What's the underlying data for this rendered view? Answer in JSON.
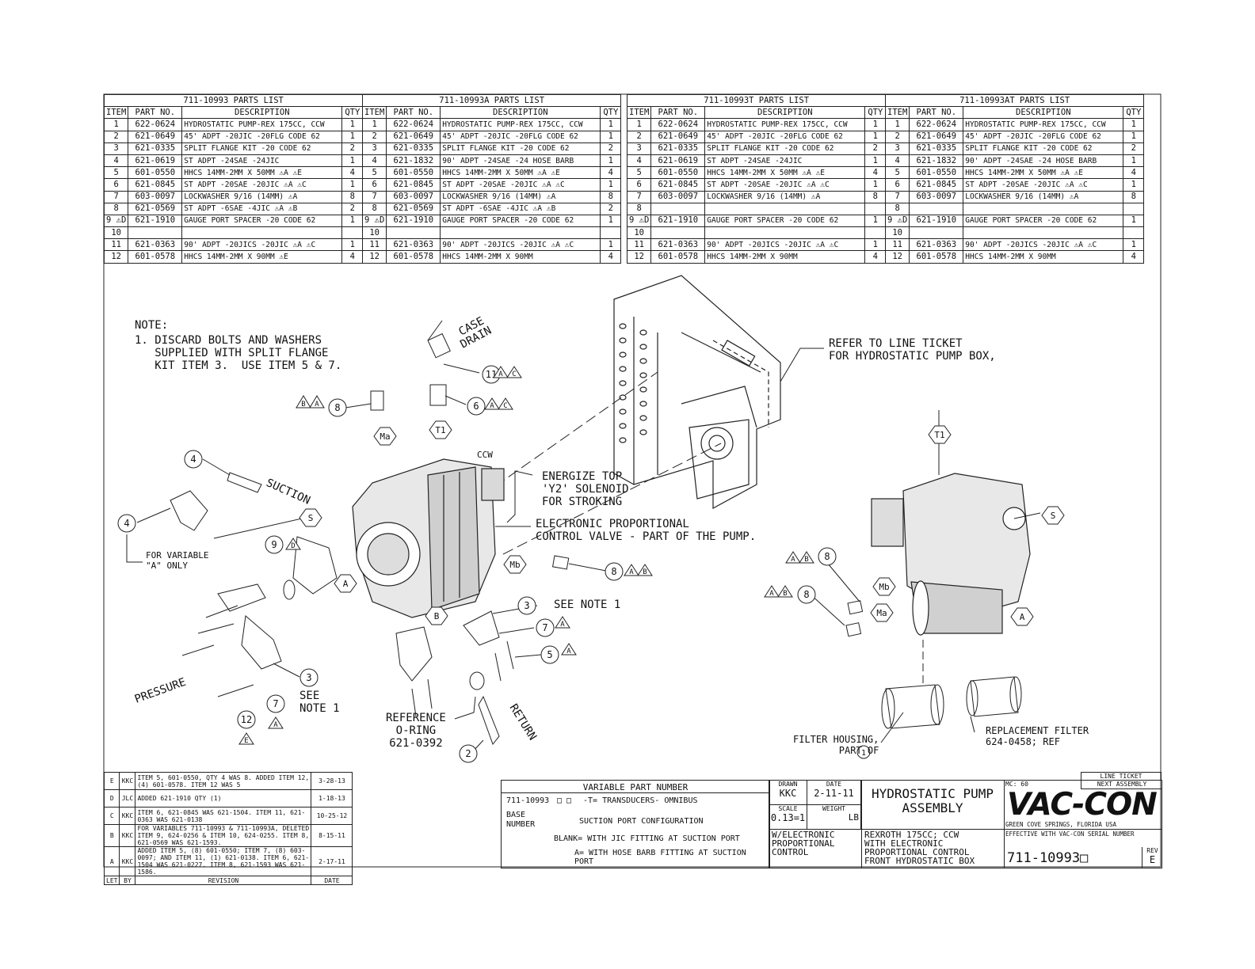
{
  "headers": {
    "item": "ITEM",
    "part": "PART NO.",
    "desc": "DESCRIPTION",
    "qty": "QTY"
  },
  "parts_lists": [
    {
      "title": "711-10993 PARTS LIST",
      "rows": [
        [
          "1",
          "622-0624",
          "HYDROSTATIC PUMP-REX 175CC, CCW",
          "1"
        ],
        [
          "2",
          "621-0649",
          "45' ADPT -20JIC -20FLG CODE 62",
          "1"
        ],
        [
          "3",
          "621-0335",
          "SPLIT FLANGE KIT -20 CODE 62",
          "2"
        ],
        [
          "4",
          "621-0619",
          "ST ADPT -24SAE -24JIC",
          "1"
        ],
        [
          "5",
          "601-0550",
          "HHCS 14MM-2MM X 50MM ⚠A ⚠E",
          "4"
        ],
        [
          "6",
          "621-0845",
          "ST ADPT -20SAE -20JIC ⚠A ⚠C",
          "1"
        ],
        [
          "7",
          "603-0097",
          "LOCKWASHER 9/16 (14MM) ⚠A",
          "8"
        ],
        [
          "8",
          "621-0569",
          "ST ADPT -6SAE -4JIC ⚠A ⚠B",
          "2"
        ],
        [
          "9 ⚠D",
          "621-1910",
          "GAUGE PORT SPACER -20 CODE 62",
          "1"
        ],
        [
          "10",
          "",
          "",
          ""
        ],
        [
          "11",
          "621-0363",
          "90' ADPT -20JICS -20JIC ⚠A ⚠C",
          "1"
        ],
        [
          "12",
          "601-0578",
          "HHCS 14MM-2MM X 90MM ⚠E",
          "4"
        ]
      ]
    },
    {
      "title": "711-10993A PARTS LIST",
      "rows": [
        [
          "1",
          "622-0624",
          "HYDROSTATIC PUMP-REX 175CC, CCW",
          "1"
        ],
        [
          "2",
          "621-0649",
          "45' ADPT -20JIC -20FLG CODE 62",
          "1"
        ],
        [
          "3",
          "621-0335",
          "SPLIT FLANGE KIT -20 CODE 62",
          "2"
        ],
        [
          "4",
          "621-1832",
          "90' ADPT -24SAE -24 HOSE BARB",
          "1"
        ],
        [
          "5",
          "601-0550",
          "HHCS 14MM-2MM X 50MM ⚠A ⚠E",
          "4"
        ],
        [
          "6",
          "621-0845",
          "ST ADPT -20SAE -20JIC ⚠A ⚠C",
          "1"
        ],
        [
          "7",
          "603-0097",
          "LOCKWASHER 9/16 (14MM) ⚠A",
          "8"
        ],
        [
          "8",
          "621-0569",
          "ST ADPT -6SAE -4JIC ⚠A ⚠B",
          "2"
        ],
        [
          "9 ⚠D",
          "621-1910",
          "GAUGE PORT SPACER -20 CODE 62",
          "1"
        ],
        [
          "10",
          "",
          "",
          ""
        ],
        [
          "11",
          "621-0363",
          "90' ADPT -20JICS -20JIC ⚠A ⚠C",
          "1"
        ],
        [
          "12",
          "601-0578",
          "HHCS 14MM-2MM X 90MM",
          "4"
        ]
      ]
    },
    {
      "title": "711-10993T PARTS LIST",
      "rows": [
        [
          "1",
          "622-0624",
          "HYDROSTATIC PUMP-REX 175CC, CCW",
          "1"
        ],
        [
          "2",
          "621-0649",
          "45' ADPT -20JIC -20FLG CODE 62",
          "1"
        ],
        [
          "3",
          "621-0335",
          "SPLIT FLANGE KIT -20 CODE 62",
          "2"
        ],
        [
          "4",
          "621-0619",
          "ST ADPT -24SAE -24JIC",
          "1"
        ],
        [
          "5",
          "601-0550",
          "HHCS 14MM-2MM X 50MM ⚠A ⚠E",
          "4"
        ],
        [
          "6",
          "621-0845",
          "ST ADPT -20SAE -20JIC ⚠A ⚠C",
          "1"
        ],
        [
          "7",
          "603-0097",
          "LOCKWASHER 9/16 (14MM) ⚠A",
          "8"
        ],
        [
          "8",
          "",
          "",
          ""
        ],
        [
          "9 ⚠D",
          "621-1910",
          "GAUGE PORT SPACER -20 CODE 62",
          "1"
        ],
        [
          "10",
          "",
          "",
          ""
        ],
        [
          "11",
          "621-0363",
          "90' ADPT -20JICS -20JIC ⚠A ⚠C",
          "1"
        ],
        [
          "12",
          "601-0578",
          "HHCS 14MM-2MM X 90MM",
          "4"
        ]
      ]
    },
    {
      "title": "711-10993AT PARTS LIST",
      "rows": [
        [
          "1",
          "622-0624",
          "HYDROSTATIC PUMP-REX 175CC, CCW",
          "1"
        ],
        [
          "2",
          "621-0649",
          "45' ADPT -20JIC -20FLG CODE 62",
          "1"
        ],
        [
          "3",
          "621-0335",
          "SPLIT FLANGE KIT -20 CODE 62",
          "2"
        ],
        [
          "4",
          "621-1832",
          "90' ADPT -24SAE -24 HOSE BARB",
          "1"
        ],
        [
          "5",
          "601-0550",
          "HHCS 14MM-2MM X 50MM ⚠A ⚠E",
          "4"
        ],
        [
          "6",
          "621-0845",
          "ST ADPT -20SAE -20JIC ⚠A ⚠C",
          "1"
        ],
        [
          "7",
          "603-0097",
          "LOCKWASHER 9/16 (14MM) ⚠A",
          "8"
        ],
        [
          "8",
          "",
          "",
          ""
        ],
        [
          "9 ⚠D",
          "621-1910",
          "GAUGE PORT SPACER -20 CODE 62",
          "1"
        ],
        [
          "10",
          "",
          "",
          ""
        ],
        [
          "11",
          "621-0363",
          "90' ADPT -20JICS -20JIC ⚠A ⚠C",
          "1"
        ],
        [
          "12",
          "601-0578",
          "HHCS 14MM-2MM X 90MM",
          "4"
        ]
      ]
    }
  ],
  "note": {
    "title": "NOTE:",
    "text": "1. DISCARD BOLTS AND WASHERS\n   SUPPLIED WITH SPLIT FLANGE\n   KIT ITEM 3.  USE ITEM 5 & 7."
  },
  "callouts": {
    "refer": "REFER TO LINE TICKET\nFOR HYDROSTATIC PUMP BOX,",
    "energize": "ENERGIZE TOP\n'Y2' SOLENOID\nFOR STROKING",
    "valve": "ELECTRONIC PROPORTIONAL\nCONTROL VALVE - PART OF THE PUMP.",
    "case_drain": "CASE\nDRAIN",
    "suction": "SUCTION",
    "pressure": "PRESSURE",
    "return": "RETURN",
    "variable": "FOR VARIABLE\n\"A\" ONLY",
    "see_note_a": "SEE NOTE 1",
    "see_note_b": "SEE\nNOTE 1",
    "oring": "REFERENCE\nO-RING\n621-0392",
    "ccw": "CCW",
    "filter_housing": "FILTER HOUSING,\nPART OF",
    "replacement": "REPLACEMENT FILTER\n624-0458; REF"
  },
  "balloons": {
    "b1": "1",
    "b2": "2",
    "b3": "3",
    "b4": "4",
    "b5": "5",
    "b6": "6",
    "b7": "7",
    "b8": "8",
    "b9": "9",
    "b11": "11",
    "b12": "12"
  },
  "flags": {
    "A": "A",
    "B": "B",
    "C": "C",
    "D": "D",
    "E": "E"
  },
  "port_labels": {
    "ma": "Ma",
    "mb": "Mb",
    "t1": "T1",
    "s": "S",
    "a": "A",
    "b": "B"
  },
  "revisions": [
    {
      "let": "E",
      "by": "KKC",
      "rev": "ITEM 5, 601-0550, QTY 4 WAS 8. ADDED ITEM 12, (4) 601-0578. ITEM 12 WAS 5",
      "date": "3-28-13"
    },
    {
      "let": "D",
      "by": "JLC",
      "rev": "ADDED 621-1910 QTY (1)",
      "date": "1-18-13"
    },
    {
      "let": "C",
      "by": "KKC",
      "rev": "ITEM 6, 621-0845 WAS 621-1504. ITEM 11, 621-0363 WAS 621-0138",
      "date": "10-25-12"
    },
    {
      "let": "B",
      "by": "KKC",
      "rev": "FOR VARIABLES 711-10993 & 711-10993A, DELETED ITEM 9, 624-0256 & ITEM 10, 624-0255. ITEM 8, 621-0569 WAS 621-1593.",
      "date": "8-15-11"
    },
    {
      "let": "A",
      "by": "KKC",
      "rev": "ADDED ITEM 5, (8) 601-0550; ITEM 7, (8) 603-0097; AND ITEM 11, (1) 621-0138. ITEM 6, 621-1504 WAS 621-0227. ITEM 8, 621-1593 WAS 621-1586.",
      "date": "2-17-11"
    }
  ],
  "rev_headers": {
    "let": "LET",
    "by": "BY",
    "rev": "REVISION",
    "date": "DATE"
  },
  "variable": {
    "title": "VARIABLE PART NUMBER",
    "base_num": "711-10993",
    "line_t": "-T= TRANSDUCERS- OMNIBUS",
    "base_label": "BASE\nNUMBER",
    "suction_cfg": "SUCTION PORT CONFIGURATION",
    "blank": "BLANK= WITH JIC FITTING AT SUCTION PORT",
    "a_eq": "A= WITH HOSE BARB FITTING AT SUCTION PORT"
  },
  "title_block": {
    "drawn_label": "DRAWN",
    "drawn": "KKC",
    "date_label": "DATE",
    "date": "2-11-11",
    "scale_label": "SCALE",
    "scale": "0.13=1",
    "weight_label": "WEIGHT",
    "weight_unit": "LB",
    "title": "HYDROSTATIC PUMP\nASSEMBLY",
    "sub_left": "W/ELECTRONIC\nPROPORTIONAL\nCONTROL",
    "sub_right": "REXROTH 175CC; CCW\nWITH ELECTRONIC\nPROPORTIONAL CONTROL\nFRONT HYDROSTATIC BOX",
    "line_ticket": "LINE TICKET",
    "mc": "MC: 60",
    "next_assy": "NEXT ASSEMBLY",
    "logo": "VAC-CON",
    "location": "GREEN COVE SPRINGS, FLORIDA USA",
    "effective": "EFFECTIVE WITH VAC-CON SERIAL NUMBER",
    "dwg_no": "711-10993□",
    "rev_label": "REV",
    "rev": "E"
  }
}
